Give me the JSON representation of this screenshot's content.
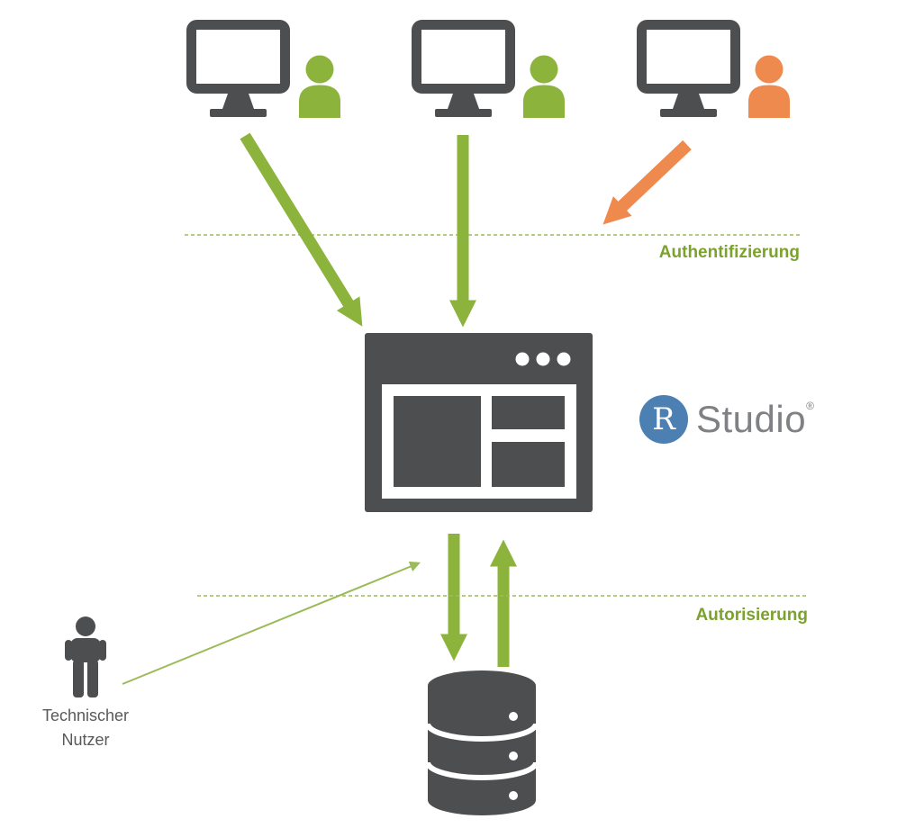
{
  "labels": {
    "authentication": "Authentifizierung",
    "authorization": "Autorisierung",
    "technical_user": [
      "Technischer",
      "Nutzer"
    ]
  },
  "logo": {
    "r_letter": "R",
    "name": "Studio",
    "registered_mark": "®"
  },
  "colors": {
    "arrow_green": "#8CB43D",
    "label_green": "#7CA22E",
    "line_green": "#9BBB59",
    "orange": "#EE8A4E",
    "icon_dark": "#4D4E50",
    "logo_blue": "#4C7FB2",
    "logo_gray": "#7F8184",
    "text_gray": "#595959",
    "white": "#FFFFFF"
  },
  "icons": {
    "client_workstation": "monitor-icon",
    "client_user": "user-bust-icon",
    "server": "rstudio-browser-window-icon",
    "storage": "database-cylinder-icon",
    "technical_user": "person-silhouette-icon"
  }
}
